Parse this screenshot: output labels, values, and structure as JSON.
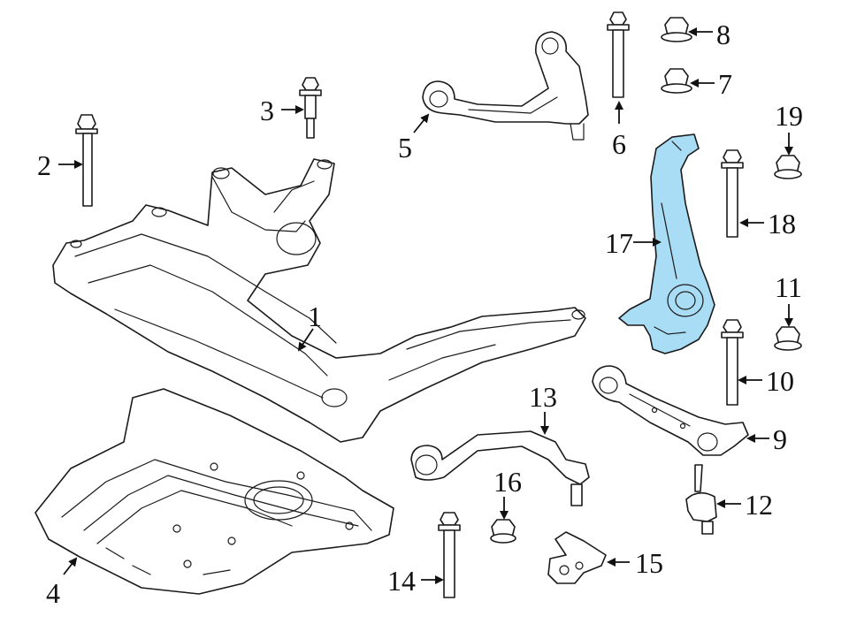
{
  "highlight_color": "#a9dcf5",
  "callouts": {
    "c1": "1",
    "c2": "2",
    "c3": "3",
    "c4": "4",
    "c5": "5",
    "c6": "6",
    "c7": "7",
    "c8": "8",
    "c9": "9",
    "c10": "10",
    "c11": "11",
    "c12": "12",
    "c13": "13",
    "c14": "14",
    "c15": "15",
    "c16": "16",
    "c17": "17",
    "c18": "18",
    "c19": "19"
  }
}
